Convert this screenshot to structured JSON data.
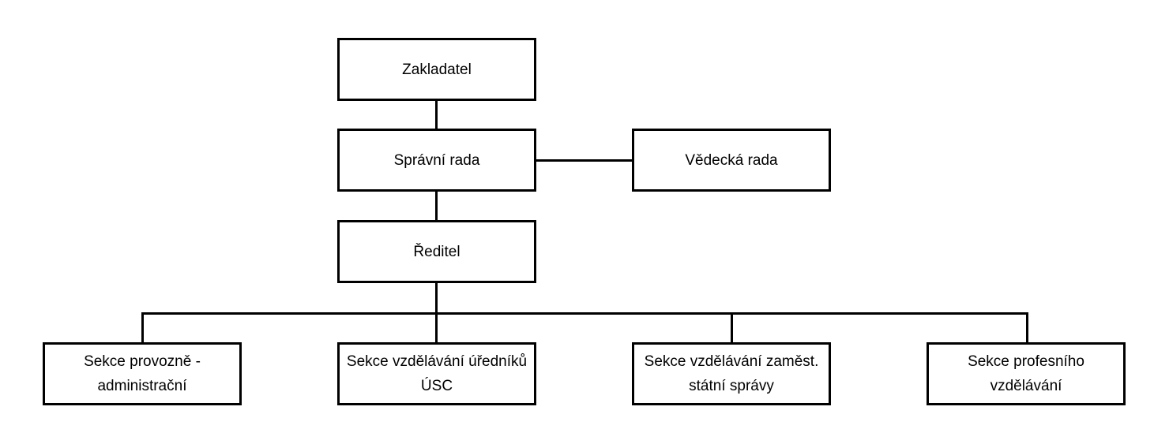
{
  "colors": {
    "line": "#000000",
    "box_border": "#000000",
    "box_fill": "#ffffff",
    "text": "#000000"
  },
  "nodes": {
    "founder": {
      "label": "Zakladatel"
    },
    "board": {
      "label": "Správní rada"
    },
    "scientific_council": {
      "label": "Vědecká rada"
    },
    "director": {
      "label": "Ředitel"
    },
    "section_operations": {
      "label_lines": [
        "Sekce provozně -",
        "administrační"
      ]
    },
    "section_officials": {
      "label_lines": [
        "Sekce vzdělávání úředníků",
        "ÚSC"
      ]
    },
    "section_state_employees": {
      "label_lines": [
        "Sekce vzdělávání zaměst.",
        "státní správy"
      ]
    },
    "section_professional": {
      "label_lines": [
        "Sekce profesního",
        "vzdělávání"
      ]
    }
  }
}
